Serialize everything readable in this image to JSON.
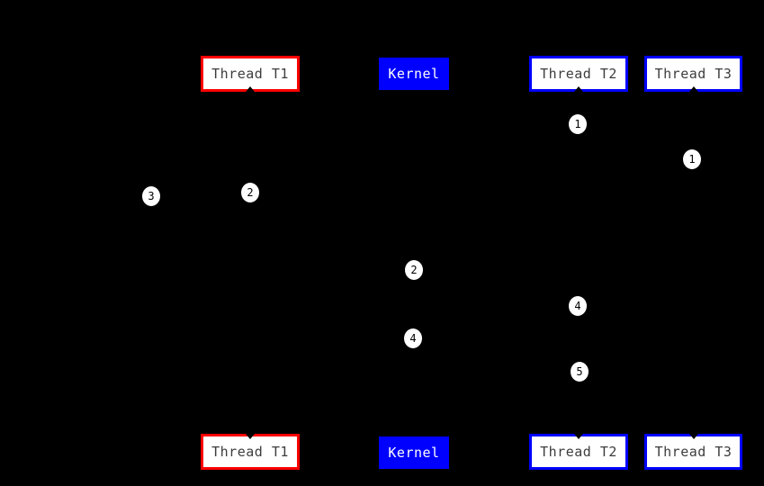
{
  "diagram": {
    "background_color": "#000000",
    "columns": {
      "thread_t1": {
        "label": "Thread T1",
        "border_color": "#ff0000",
        "fill": "#ffffff",
        "text_color": "#3d3d3d"
      },
      "kernel": {
        "label": "Kernel",
        "border_color": "#0000ff",
        "fill": "#0000ff",
        "text_color": "#ffffff"
      },
      "thread_t2": {
        "label": "Thread T2",
        "border_color": "#0000ff",
        "fill": "#ffffff",
        "text_color": "#3d3d3d"
      },
      "thread_t3": {
        "label": "Thread T3",
        "border_color": "#0000ff",
        "fill": "#ffffff",
        "text_color": "#3d3d3d"
      }
    },
    "step_markers": [
      {
        "label": "1"
      },
      {
        "label": "1"
      },
      {
        "label": "2"
      },
      {
        "label": "3"
      },
      {
        "label": "2"
      },
      {
        "label": "4"
      },
      {
        "label": "4"
      },
      {
        "label": "5"
      }
    ],
    "marker_fill": "#ffffff",
    "marker_text_color": "#000000",
    "arrowhead_color": "#000000"
  }
}
